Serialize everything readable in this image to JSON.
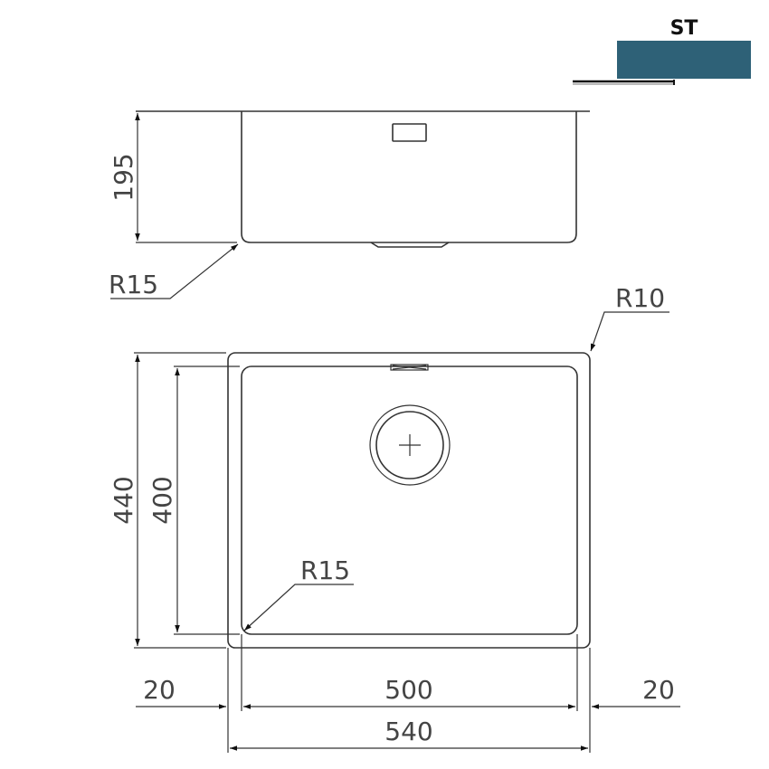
{
  "badge": {
    "label": "ST",
    "color": "#2e6177"
  },
  "side_view": {
    "height_label": "195",
    "radius_label": "R15"
  },
  "plan_view": {
    "outer_radius_label": "R10",
    "inner_radius_label": "R15",
    "outer_depth_label": "440",
    "inner_depth_label": "400",
    "left_rim_label": "20",
    "bowl_width_label": "500",
    "right_rim_label": "20",
    "overall_width_label": "540"
  }
}
